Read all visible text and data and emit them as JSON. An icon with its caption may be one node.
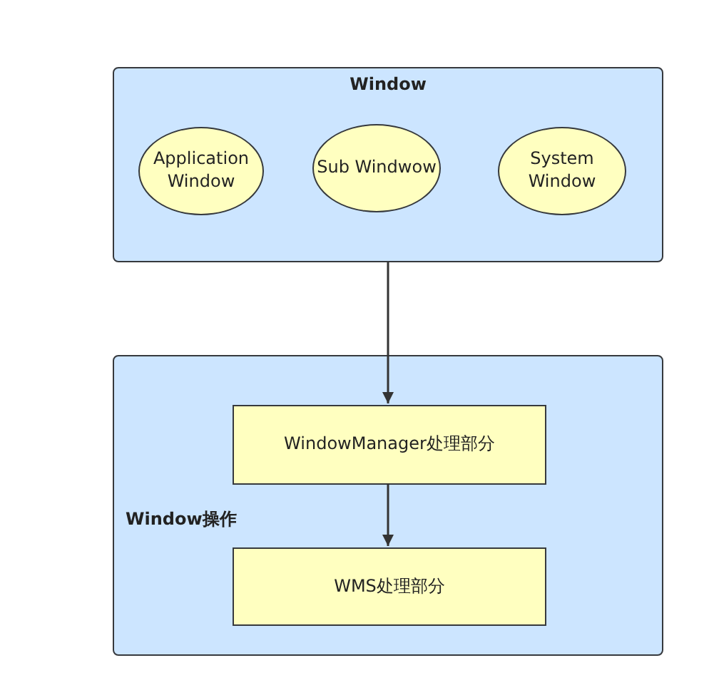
{
  "diagram": {
    "nodes": [
      {
        "text": [
          "Window"
        ]
      },
      {
        "text": [
          "Application Window"
        ],
        "in": 0
      },
      {
        "text": [
          "Sub Windwow"
        ],
        "in": 0
      },
      {
        "text": [
          "System Window"
        ],
        "in": 0
      },
      {
        "text": [
          "Window操作"
        ]
      },
      {
        "text": [
          "WindowManager处理部分"
        ],
        "in": 4
      },
      {
        "text": [
          "WMS处理部分"
        ],
        "in": 4
      }
    ],
    "edges": [
      {
        "from": 0,
        "to": 5,
        "arrow": "to"
      },
      {
        "from": 5,
        "to": 6,
        "arrow": "to"
      }
    ]
  }
}
